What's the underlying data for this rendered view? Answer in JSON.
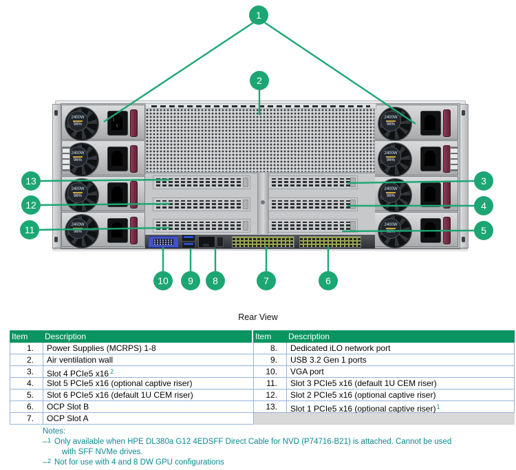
{
  "figure": {
    "caption": "Rear View",
    "callouts": [
      "1",
      "2",
      "3",
      "4",
      "5",
      "6",
      "7",
      "8",
      "9",
      "10",
      "11",
      "12",
      "13"
    ],
    "psu": {
      "wattage": "2400W",
      "efficiency": "96%"
    }
  },
  "table": {
    "header": {
      "item": "Item",
      "desc": "Description"
    },
    "left_rows": [
      {
        "item": "1.",
        "desc": "Power Supplies (MCRPS) 1-8"
      },
      {
        "item": "2.",
        "desc": "Air ventilation wall"
      },
      {
        "item": "3.",
        "desc": "Slot 4 PCIe5 x16",
        "sup": "2"
      },
      {
        "item": "4.",
        "desc": "Slot 5 PCIe5 x16 (optional captive riser)"
      },
      {
        "item": "5.",
        "desc": "Slot 6 PCIe5 x16 (default 1U CEM riser)"
      },
      {
        "item": "6.",
        "desc": "OCP Slot B"
      },
      {
        "item": "7.",
        "desc": "OCP Slot A"
      }
    ],
    "right_rows": [
      {
        "item": "8.",
        "desc": "Dedicated iLO network port"
      },
      {
        "item": "9.",
        "desc": "USB 3.2 Gen 1 ports"
      },
      {
        "item": "10.",
        "desc": "VGA port"
      },
      {
        "item": "11.",
        "desc": "Slot 3 PCIe5 x16 (default 1U CEM riser)"
      },
      {
        "item": "12.",
        "desc": "Slot 2 PCIe5 x16 (optional captive riser)"
      },
      {
        "item": "13.",
        "desc": "Slot 1 PCIe5 x16 (optional captive riser)",
        "sup": "1"
      }
    ]
  },
  "notes": {
    "title": "Notes:",
    "items": [
      {
        "dash": "–",
        "sup": "1",
        "line1": "Only available when HPE DL380a G12 4EDSFF Direct Cable for NVD (P74716-B21) is attached. Cannot be used",
        "line2": "with SFF NVMe drives."
      },
      {
        "dash": "–",
        "sup": "2",
        "line1": "Not for use with 4 and 8 DW GPU configurations",
        "line2": ""
      }
    ]
  },
  "colors": {
    "callout_green": "#1CA673",
    "table_header_green": "#0A9461",
    "table_border_blue": "#95B3D7",
    "note_teal": "#0A8A93"
  }
}
